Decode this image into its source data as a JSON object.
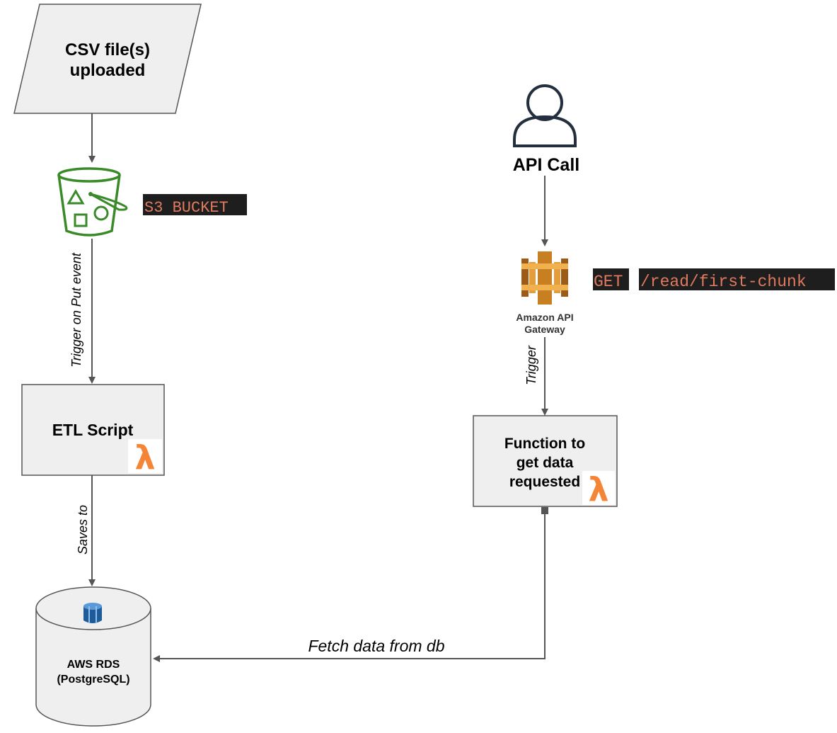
{
  "nodes": {
    "csv_upload": {
      "line1": "CSV file(s)",
      "line2": "uploaded"
    },
    "s3_bucket": {
      "tag": "S3 BUCKET"
    },
    "etl_script": {
      "label": "ETL Script"
    },
    "rds": {
      "line1": "AWS RDS",
      "line2": "(PostgreSQL)"
    },
    "api_call": {
      "label": "API Call"
    },
    "api_gateway": {
      "line1": "Amazon API",
      "line2": "Gateway",
      "route_method": "GET",
      "route_path": "/read/first-chunk"
    },
    "function": {
      "line1": "Function to",
      "line2": "get data",
      "line3": "requested"
    }
  },
  "edges": {
    "s3_to_etl": "Trigger on Put event",
    "etl_to_rds": "Saves to",
    "gateway_to_function": "Trigger",
    "function_to_rds": "Fetch data from db"
  },
  "icons": {
    "lambda": "lambda-icon",
    "s3": "s3-bucket-icon",
    "user": "user-icon",
    "gateway": "api-gateway-icon",
    "database": "rds-database-icon"
  },
  "colors": {
    "box_fill": "#efefef",
    "box_stroke": "#555555",
    "arrow": "#555555",
    "s3_green": "#3a8a2a",
    "lambda_orange": "#f58536",
    "gateway_gold": "#c77f22",
    "rds_blue": "#2e73b8",
    "code_bg": "#1e1e1e",
    "code_text": "#e07a5f"
  },
  "glyphs": {
    "lambda": "λ"
  }
}
